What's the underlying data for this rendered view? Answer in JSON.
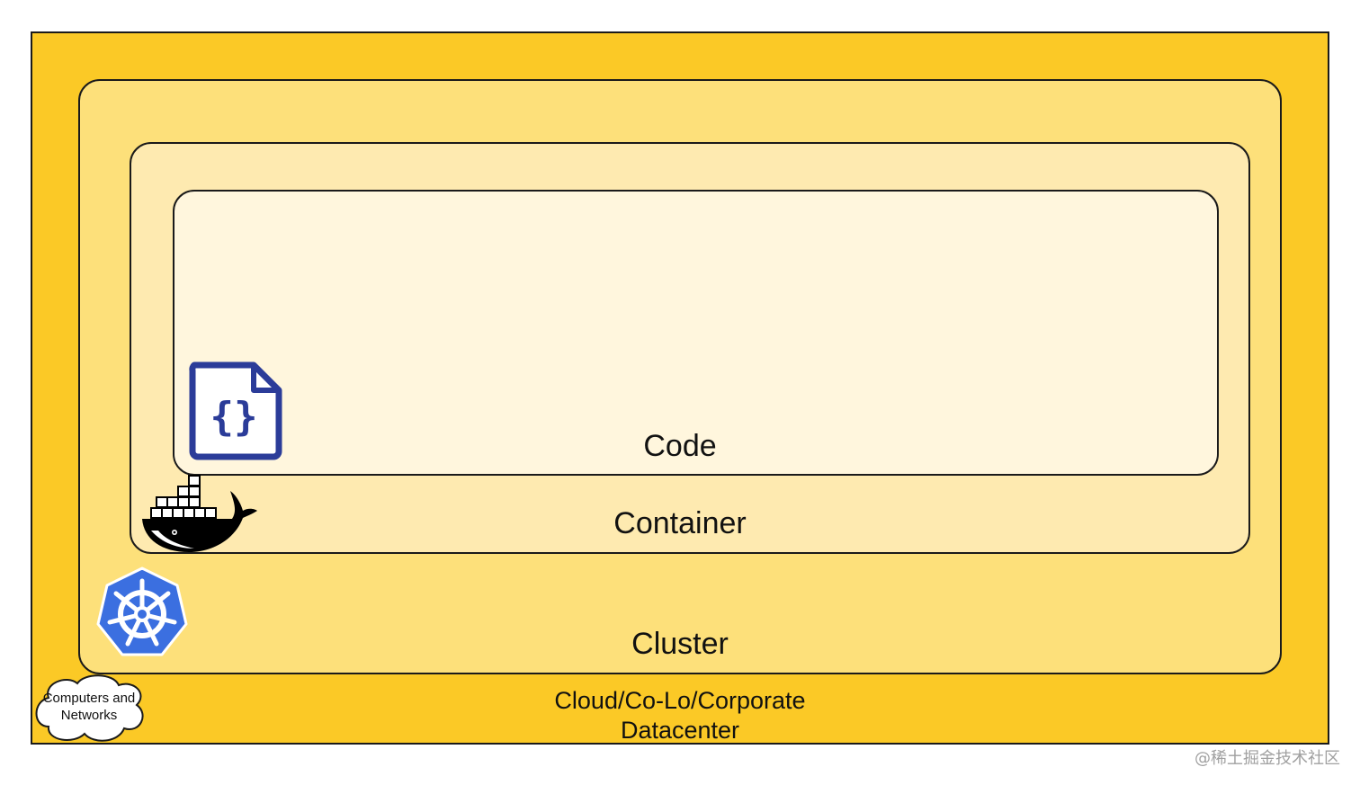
{
  "layers": {
    "code": {
      "label": "Code",
      "fill": "#fff6dd"
    },
    "container": {
      "label": "Container",
      "fill": "#feeab0"
    },
    "cluster": {
      "label": "Cluster",
      "fill": "#fde07a"
    },
    "datacenter": {
      "label_line1": "Cloud/Co-Lo/Corporate",
      "label_line2": "Datacenter",
      "fill": "#fbc926"
    }
  },
  "cloud": {
    "line1": "Computers and",
    "line2": "Networks"
  },
  "icons": {
    "code": {
      "name": "code-file-icon",
      "color": "#2b3c99"
    },
    "docker": {
      "name": "docker-whale-icon",
      "color": "#000000"
    },
    "kubernetes": {
      "name": "kubernetes-helm-icon",
      "color": "#3b6fe0"
    },
    "cloud": {
      "name": "cloud-icon"
    }
  },
  "watermark": "@稀土掘金技术社区"
}
